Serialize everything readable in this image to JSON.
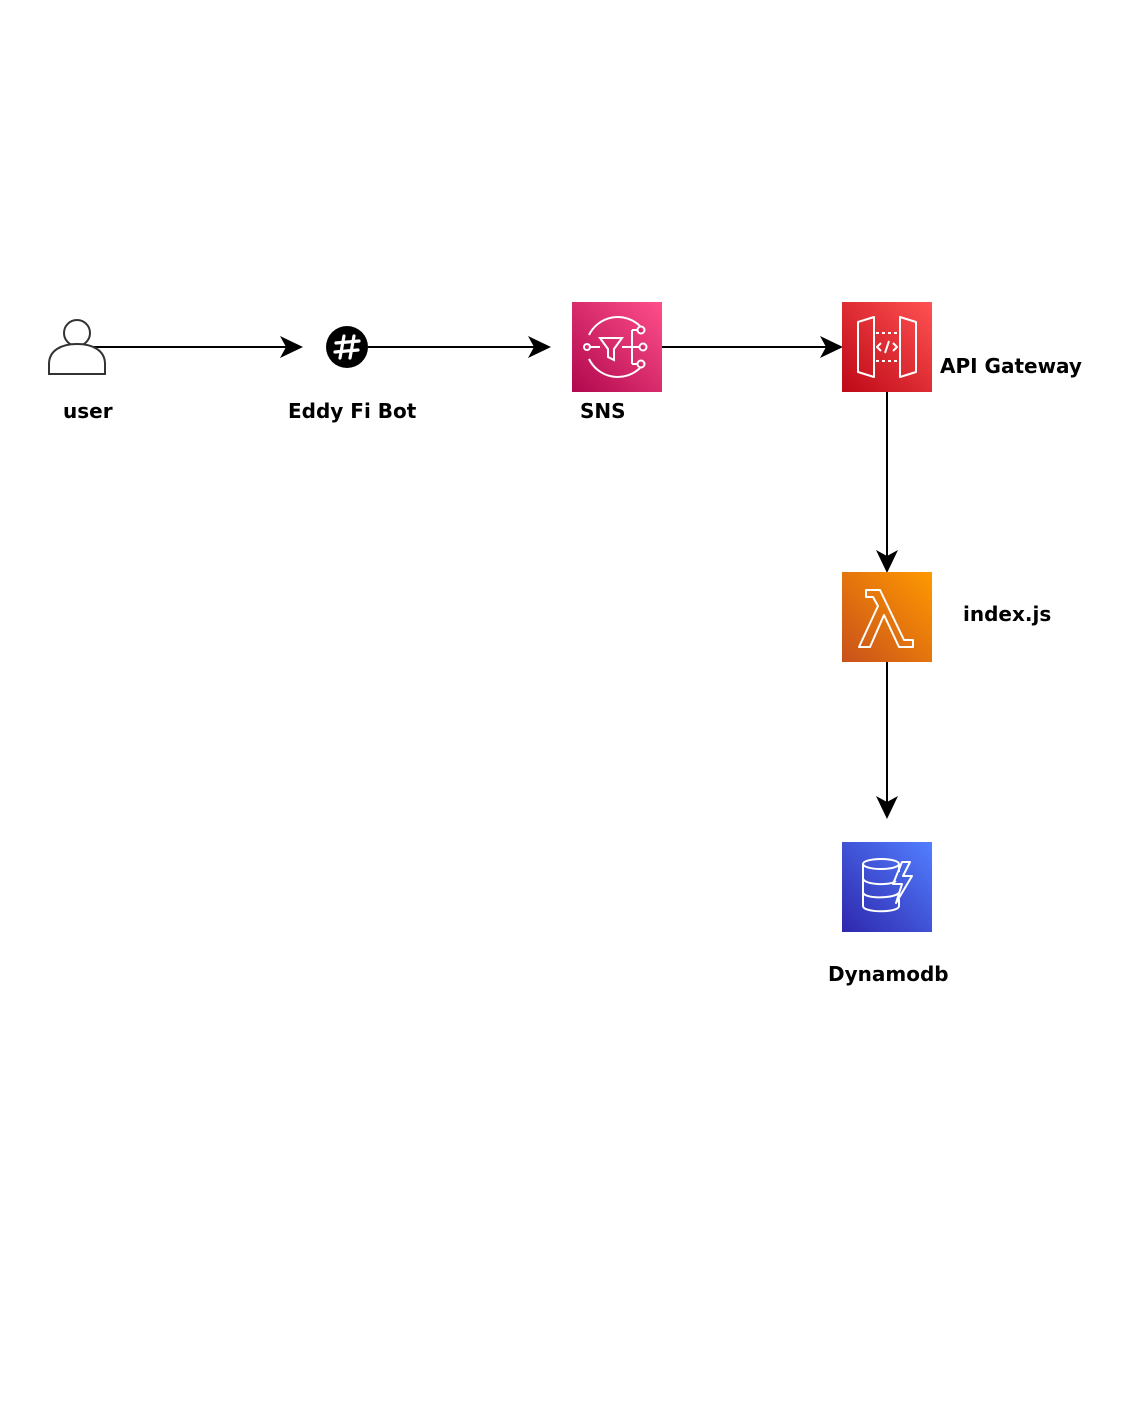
{
  "nodes": {
    "user": {
      "label": "user",
      "icon": "user-icon"
    },
    "bot": {
      "label": "Eddy Fi Bot",
      "icon": "slack-hash-icon"
    },
    "sns": {
      "label": "SNS",
      "icon": "sns-icon",
      "colors": [
        "#b0084d",
        "#ff4f8b"
      ]
    },
    "apigw": {
      "label": "API Gateway",
      "icon": "api-gateway-icon",
      "colors": [
        "#bd0816",
        "#ff5252"
      ]
    },
    "lambda": {
      "label": "index.js",
      "icon": "lambda-icon",
      "colors": [
        "#c8511b",
        "#ff9900"
      ]
    },
    "dynamo": {
      "label": "Dynamodb",
      "icon": "dynamodb-icon",
      "colors": [
        "#2e27ad",
        "#527fff"
      ]
    }
  },
  "edges": [
    {
      "from": "user",
      "to": "bot"
    },
    {
      "from": "bot",
      "to": "sns"
    },
    {
      "from": "sns",
      "to": "apigw"
    },
    {
      "from": "apigw",
      "to": "lambda"
    },
    {
      "from": "lambda",
      "to": "dynamo"
    }
  ]
}
